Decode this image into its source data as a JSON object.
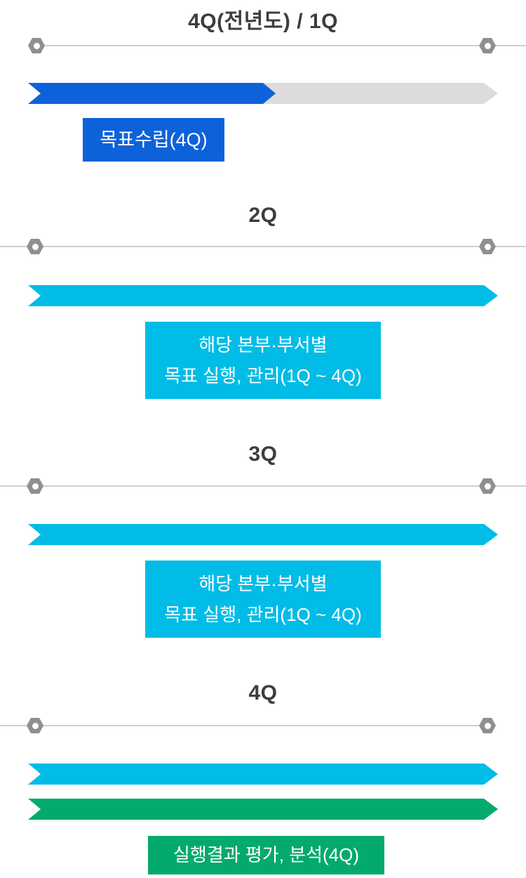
{
  "diagram": {
    "description": "Quarterly goal management timeline",
    "colors": {
      "goal_setting_blue": "#0d62d9",
      "execution_cyan": "#00bce6",
      "evaluation_green": "#04aa6c",
      "remaining_gray": "#dcdcdc",
      "track_line_gray": "#cfcfcf",
      "node_gray": "#8f8f8f",
      "title_text": "#3d3d3d"
    },
    "phases": [
      {
        "title": "4Q(전년도) / 1Q",
        "label": "목표수립(4Q)"
      },
      {
        "title": "2Q",
        "label_line1": "해당 본부·부서별",
        "label_line2": "목표 실행, 관리(1Q ~ 4Q)"
      },
      {
        "title": "3Q",
        "label_line1": "해당 본부·부서별",
        "label_line2": "목표 실행, 관리(1Q ~ 4Q)"
      },
      {
        "title": "4Q",
        "label": "실행결과 평가, 분석(4Q)"
      }
    ]
  }
}
